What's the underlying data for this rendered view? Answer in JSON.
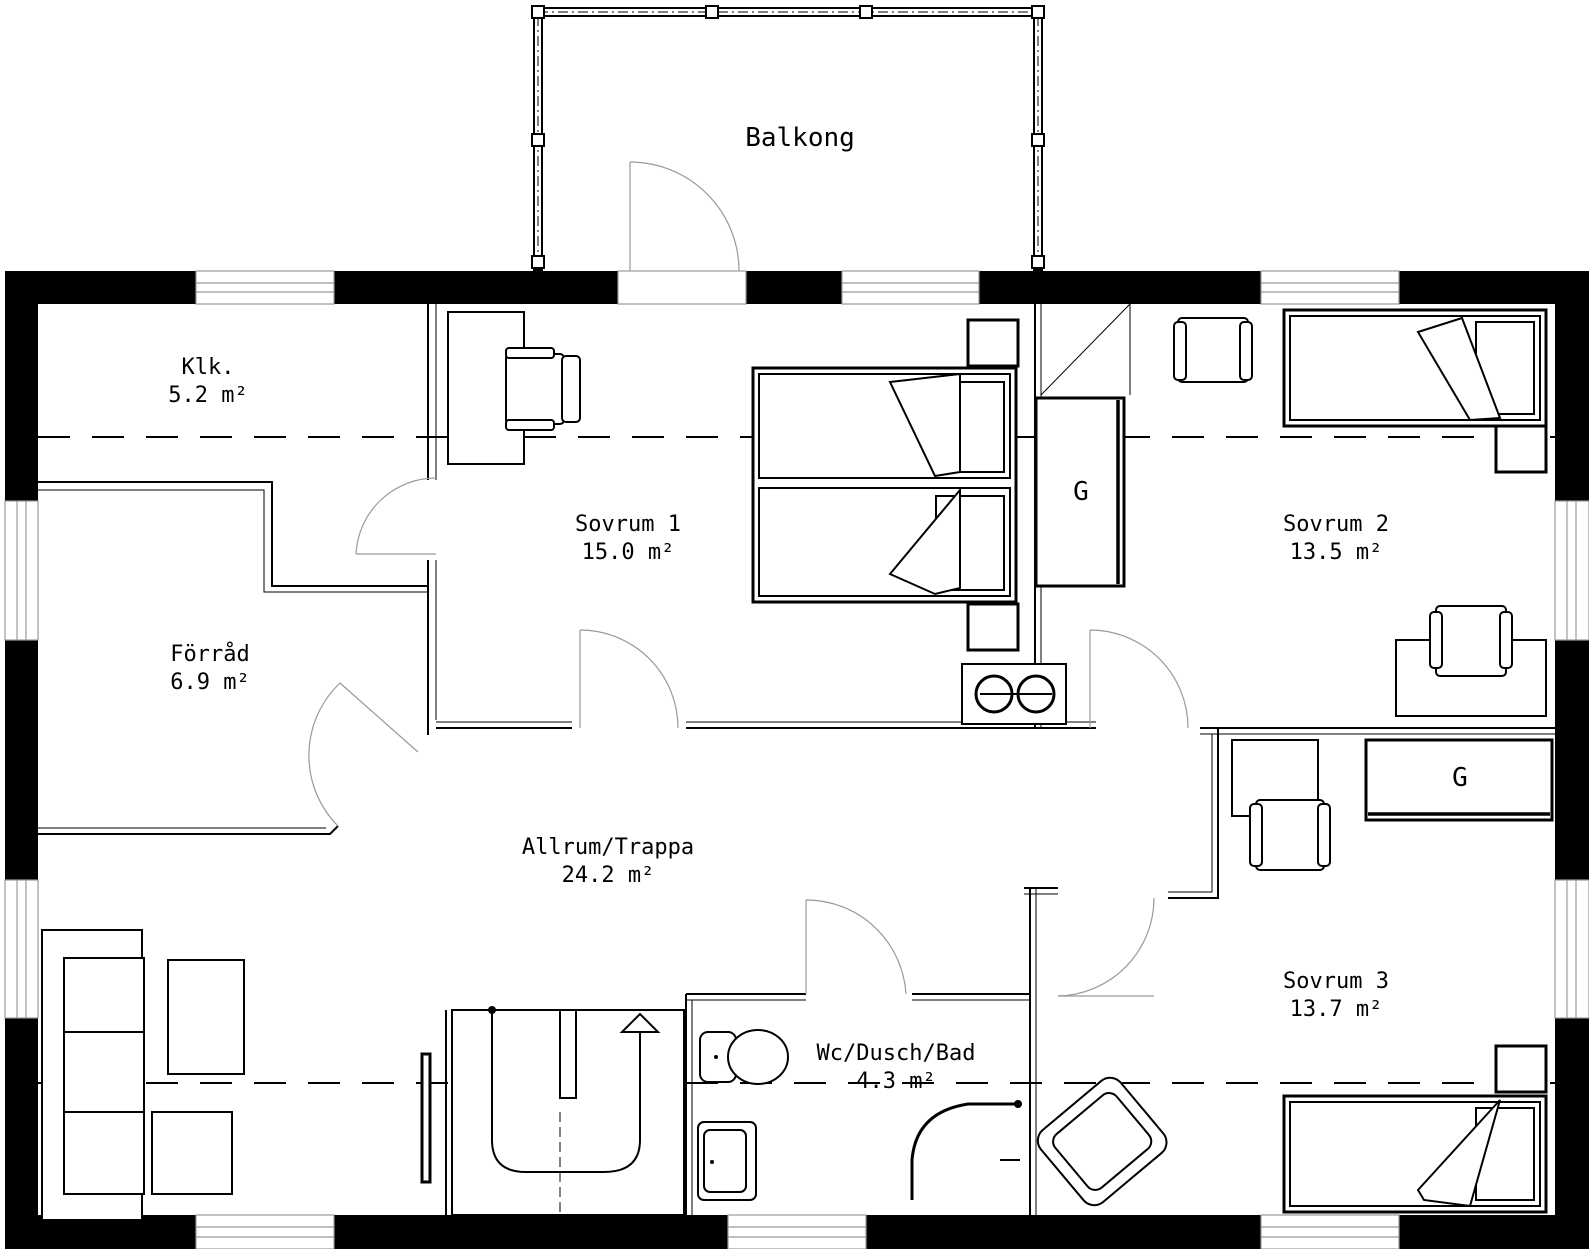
{
  "rooms": {
    "balkong": {
      "name": "Balkong"
    },
    "klk": {
      "name": "Klk.",
      "area": "5.2 m²"
    },
    "forrad": {
      "name": "Förråd",
      "area": "6.9 m²"
    },
    "sovrum1": {
      "name": "Sovrum 1",
      "area": "15.0 m²"
    },
    "sovrum2": {
      "name": "Sovrum 2",
      "area": "13.5 m²"
    },
    "sovrum3": {
      "name": "Sovrum 3",
      "area": "13.7 m²"
    },
    "allrum": {
      "name": "Allrum/Trappa",
      "area": "24.2 m²"
    },
    "wc": {
      "name": "Wc/Dusch/Bad",
      "area": "4.3 m²"
    }
  },
  "wardrobes": {
    "label_a": "G",
    "label_b": "G"
  }
}
